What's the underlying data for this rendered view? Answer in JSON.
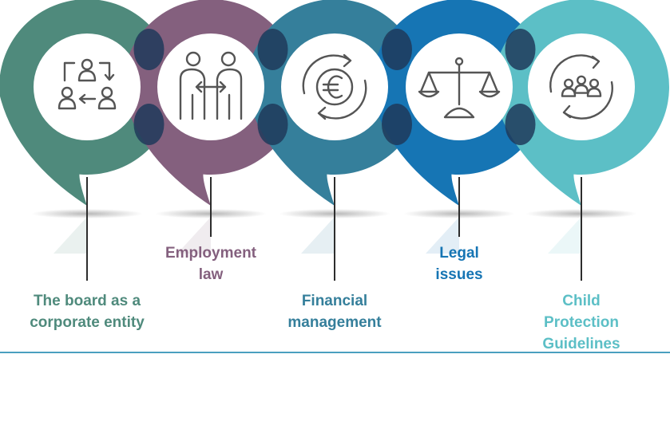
{
  "topics": [
    {
      "label": "The board as a\ncorporate entity",
      "color": "#4f8a7c",
      "icon": "people-swap-icon",
      "label_position": "lower"
    },
    {
      "label": "Employment\nlaw",
      "color": "#84607e",
      "icon": "employment-handshake-icon",
      "label_position": "upper"
    },
    {
      "label": "Financial\nmanagement",
      "color": "#357f9b",
      "icon": "euro-cycle-icon",
      "label_position": "lower"
    },
    {
      "label": "Legal\nissues",
      "color": "#1675b4",
      "icon": "scales-icon",
      "label_position": "upper"
    },
    {
      "label": "Child Protection\nGuidelines",
      "color": "#5cbfc6",
      "icon": "family-cycle-icon",
      "label_position": "lower"
    }
  ],
  "colors": {
    "overlap": "#1f3a5a",
    "baseline": "#4a9fbf",
    "icon_stroke": "#555555"
  }
}
